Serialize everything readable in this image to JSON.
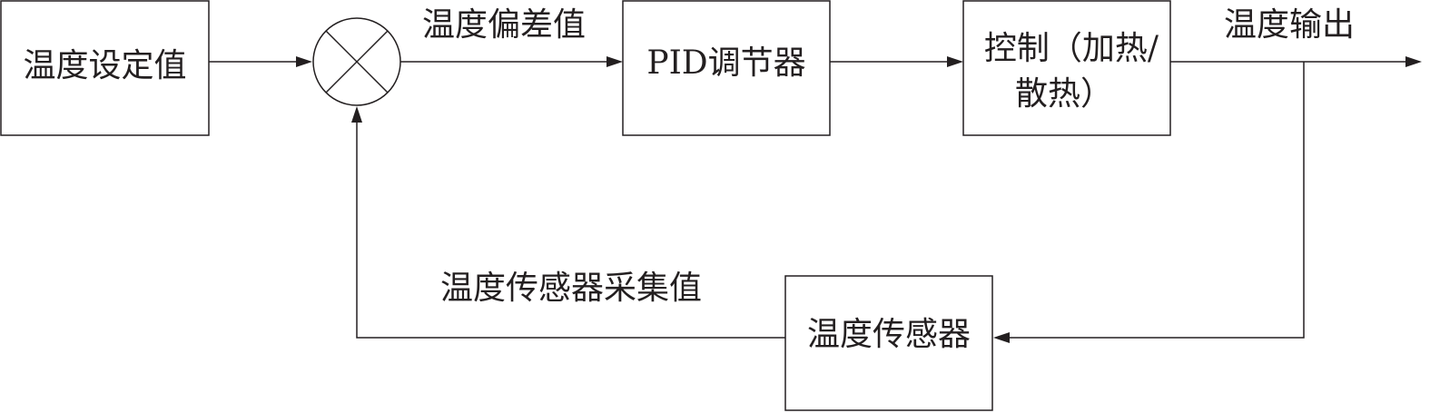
{
  "blocks": {
    "setpoint": "温度设定值",
    "pid": "PID调节器",
    "control_line1": "控制（加热/",
    "control_line2": "散热）",
    "sensor": "温度传感器"
  },
  "labels": {
    "error": "温度偏差值",
    "output": "温度输出",
    "feedback": "温度传感器采集值"
  },
  "colors": {
    "line": "#231f20",
    "background": "#ffffff"
  }
}
